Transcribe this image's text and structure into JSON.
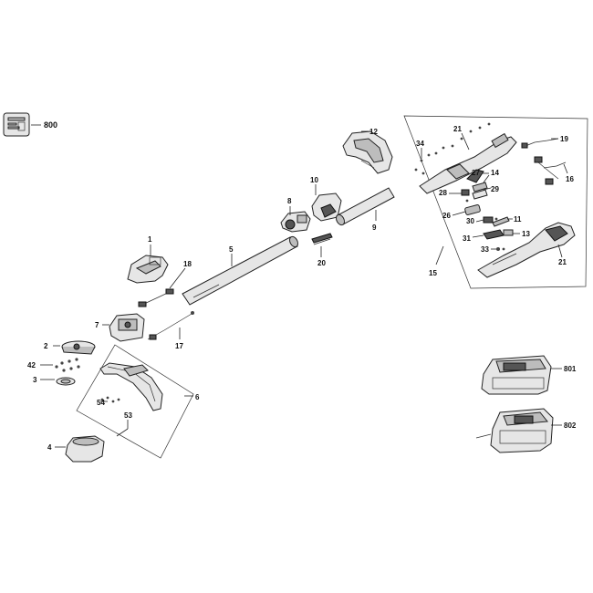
{
  "diagram": {
    "callouts": {
      "c800": "800",
      "c801": "801",
      "c802": "802",
      "c1": "1",
      "c2": "2",
      "c3": "3",
      "c4": "4",
      "c5": "5",
      "c6": "6",
      "c7": "7",
      "c8": "8",
      "c9": "9",
      "c10": "10",
      "c11": "11",
      "c12": "12",
      "c13": "13",
      "c14": "14",
      "c15": "15",
      "c16": "16",
      "c17": "17",
      "c18": "18",
      "c19": "19",
      "c20": "20",
      "c21a": "21",
      "c21b": "21",
      "c26": "26",
      "c27": "27",
      "c28": "28",
      "c29": "29",
      "c30": "30",
      "c31": "31",
      "c33": "33",
      "c34": "34",
      "c42": "42",
      "c53": "53",
      "c54": "54"
    }
  }
}
